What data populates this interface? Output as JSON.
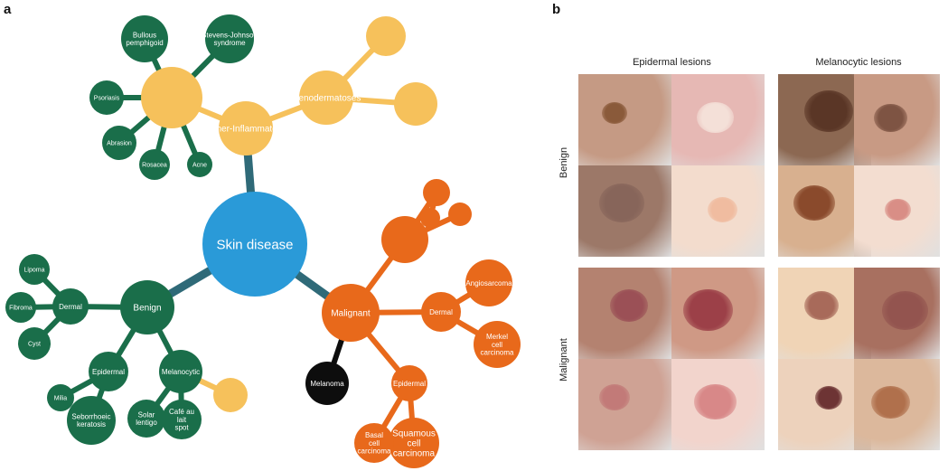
{
  "panels": {
    "a": "a",
    "b": "b"
  },
  "colors": {
    "skin_disease": "#2a9ad8",
    "benign": "#1a6e4a",
    "inflammatory": "#f6c15b",
    "malignant": "#e8691b",
    "melanoma": "#0d0d0d",
    "edge": "#2f6a78"
  },
  "tree": {
    "nodes": [
      {
        "id": "skin",
        "label": "Skin disease",
        "kind": "skin_disease"
      },
      {
        "id": "benign",
        "label": "Benign",
        "kind": "benign"
      },
      {
        "id": "malignant",
        "label": "Malignant",
        "kind": "malignant"
      },
      {
        "id": "inflam",
        "label": "Other-Inflammatory",
        "kind": "inflammatory"
      },
      {
        "id": "inflam_left",
        "label": "",
        "kind": "inflammatory"
      },
      {
        "id": "inflam_right",
        "label": "Genodermatoses",
        "kind": "inflammatory"
      },
      {
        "id": "inflam_r1",
        "label": "",
        "kind": "inflammatory"
      },
      {
        "id": "inflam_r2",
        "label": "",
        "kind": "inflammatory"
      },
      {
        "id": "bullous",
        "label": "Bullous pemphigoid",
        "kind": "benign"
      },
      {
        "id": "sjs",
        "label": "Stevens-Johnson syndrome",
        "kind": "benign"
      },
      {
        "id": "psoriasis",
        "label": "Psoriasis",
        "kind": "benign"
      },
      {
        "id": "abrasion",
        "label": "Abrasion",
        "kind": "benign"
      },
      {
        "id": "rosacea",
        "label": "Rosacea",
        "kind": "benign"
      },
      {
        "id": "acne",
        "label": "Acne",
        "kind": "benign"
      },
      {
        "id": "b_dermal",
        "label": "Dermal",
        "kind": "benign"
      },
      {
        "id": "b_epidermal",
        "label": "Epidermal",
        "kind": "benign"
      },
      {
        "id": "b_melanocytic",
        "label": "Melanocytic",
        "kind": "benign"
      },
      {
        "id": "cyst",
        "label": "Cyst",
        "kind": "benign"
      },
      {
        "id": "fibroma",
        "label": "Fibroma",
        "kind": "benign"
      },
      {
        "id": "lipoma",
        "label": "Lipoma",
        "kind": "benign"
      },
      {
        "id": "milia",
        "label": "Milia",
        "kind": "benign"
      },
      {
        "id": "seb_ker",
        "label": "Seborrhoeic keratosis",
        "kind": "benign"
      },
      {
        "id": "solar_lent",
        "label": "Solar lentigo",
        "kind": "benign"
      },
      {
        "id": "cafe",
        "label": "Café au lait spot",
        "kind": "benign"
      },
      {
        "id": "atyp_nevi",
        "label": "",
        "kind": "inflammatory"
      },
      {
        "id": "melanoma",
        "label": "Melanoma",
        "kind": "melanoma"
      },
      {
        "id": "m_dermal",
        "label": "Dermal",
        "kind": "malignant"
      },
      {
        "id": "m_epidermal",
        "label": "Epidermal",
        "kind": "malignant"
      },
      {
        "id": "m_dfsp",
        "label": "",
        "kind": "malignant"
      },
      {
        "id": "m_top1",
        "label": "",
        "kind": "malignant"
      },
      {
        "id": "m_top2",
        "label": "",
        "kind": "malignant"
      },
      {
        "id": "m_top3",
        "label": "",
        "kind": "malignant"
      },
      {
        "id": "angiosarcoma",
        "label": "Angiosarcoma",
        "kind": "malignant"
      },
      {
        "id": "merkel",
        "label": "Merkel cell carcinoma",
        "kind": "malignant"
      },
      {
        "id": "scc",
        "label": "Squamous cell carcinoma",
        "kind": "malignant"
      },
      {
        "id": "bcc",
        "label": "Basal cell carcinoma",
        "kind": "malignant"
      }
    ]
  },
  "grid": {
    "col_headers": [
      "Epidermal lesions",
      "Melanocytic lesions"
    ],
    "row_headers": [
      "Benign",
      "Malignant"
    ],
    "tiles": [
      {
        "bg": "#c59a84",
        "spot": "#8a5a3a"
      },
      {
        "bg": "#e6b8b4",
        "spot": "#f4e0d8"
      },
      {
        "bg": "#8c6852",
        "spot": "#5a3626"
      },
      {
        "bg": "#c89a84",
        "spot": "#7e5443"
      },
      {
        "bg": "#9c7868",
        "spot": "#87655a"
      },
      {
        "bg": "#f3dccd",
        "spot": "#f0bca0"
      },
      {
        "bg": "#d8b08f",
        "spot": "#8a4a2c"
      },
      {
        "bg": "#f3ddd0",
        "spot": "#d98e86"
      },
      {
        "bg": "#b48270",
        "spot": "#9b5056"
      },
      {
        "bg": "#cf9985",
        "spot": "#9c4048"
      },
      {
        "bg": "#f0d4b6",
        "spot": "#a86a5a"
      },
      {
        "bg": "#a87060",
        "spot": "#93544f"
      },
      {
        "bg": "#cfa294",
        "spot": "#c27a78"
      },
      {
        "bg": "#f2d4cc",
        "spot": "#d88888"
      },
      {
        "bg": "#edd2bc",
        "spot": "#6d3434"
      },
      {
        "bg": "#dcb89c",
        "spot": "#b0704c"
      }
    ]
  }
}
